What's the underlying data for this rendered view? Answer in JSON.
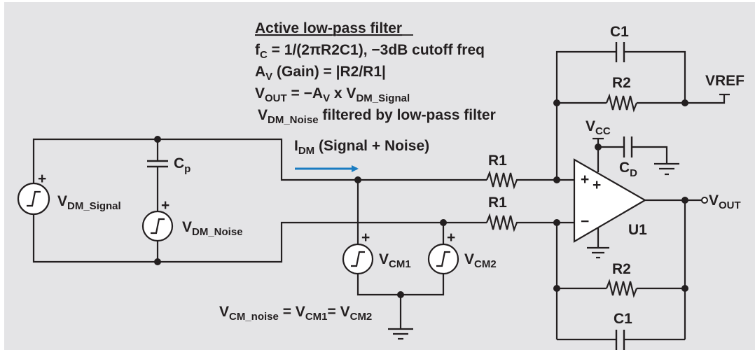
{
  "diagram": {
    "title": "Active low-pass filter",
    "equations": {
      "cutoff": {
        "main": "f",
        "sub": "C",
        "rest": " = 1/(2πR2C1), −3dB cutoff freq"
      },
      "gain": {
        "main": "A",
        "sub": "V",
        "rest": " (Gain) = |R2/R1|"
      },
      "vout": {
        "main": "V",
        "sub": "OUT",
        "rest1": " = −A",
        "sub2": "V",
        "rest2": " x V",
        "sub3": "DM_Signal"
      },
      "noise": {
        "main": "V",
        "sub": "DM_Noise",
        "rest": " filtered by low-pass filter"
      }
    },
    "current_label": {
      "main": "I",
      "sub": "DM",
      "rest": " (Signal + Noise)"
    },
    "arrow_color": "#1a7cc1",
    "components": {
      "cp": {
        "main": "C",
        "sub": "p"
      },
      "v_dm_signal": {
        "main": "V",
        "sub": "DM_Signal"
      },
      "v_dm_noise": {
        "main": "V",
        "sub": "DM_Noise"
      },
      "r1_top": "R1",
      "r1_bottom": "R1",
      "v_cm1": {
        "main": "V",
        "sub": "CM1"
      },
      "v_cm2": {
        "main": "V",
        "sub": "CM2"
      },
      "c1_top": "C1",
      "r2_top": "R2",
      "vref": "VREF",
      "vcc": {
        "main": "V",
        "sub": "CC"
      },
      "cd": {
        "main": "C",
        "sub": "D"
      },
      "opamp": "U1",
      "opamp_plus": "+",
      "opamp_plus_pin": "+",
      "opamp_minus": "−",
      "vout": {
        "main": "V",
        "sub": "OUT"
      },
      "r2_bottom": "R2",
      "c1_bottom": "C1",
      "plus_sign": "+"
    },
    "cm_equation": {
      "v1": "V",
      "s1": "CM_noise",
      "eq1": " = V",
      "s2": "CM1",
      "eq2": "= V",
      "s3": "CM2"
    }
  }
}
